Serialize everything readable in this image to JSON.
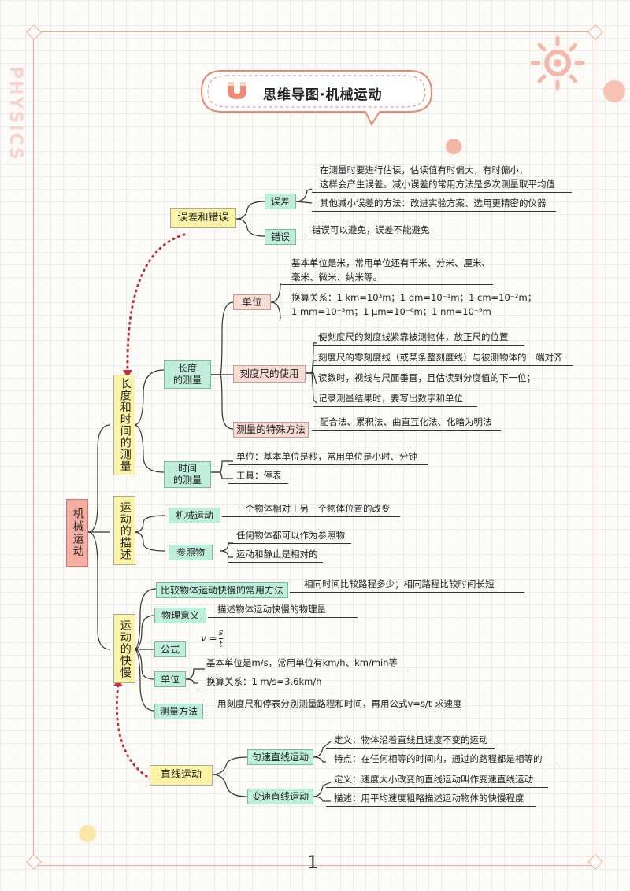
{
  "title": "思维导图·机械运动",
  "watermark": "PHYSICS",
  "page_number": "1",
  "root": "机械运动",
  "branches": {
    "length_time": "长度和时间的测量",
    "motion_desc": "运动的描述",
    "speed": "运动的快慢"
  },
  "error": {
    "label": "误差和错误",
    "wucha": "误差",
    "wucha_leaves": [
      "在测量时要进行估读，估读值有时偏大，有时偏小，",
      "这样会产生误差。减小误差的常用方法是多次测量取平均值",
      "其他减小误差的方法：改进实验方案、选用更精密的仪器"
    ],
    "cuowu": "错误",
    "cuowu_leaf": "错误可以避免，误差不能避免"
  },
  "length": {
    "label": "长度\n的测量",
    "unit": "单位",
    "unit_leaves": [
      "基本单位是米，常用单位还有千米、分米、厘米、",
      "毫米、微米、纳米等。",
      "换算关系：1 km=10³m；1 dm=10⁻¹m；1 cm=10⁻²m；",
      "1 mm=10⁻³m；1 μm=10⁻⁶m；1 nm=10⁻⁹m"
    ],
    "ruler": "刻度尺的使用",
    "ruler_leaves": [
      "使刻度尺的刻度线紧靠被测物体，放正尺的位置",
      "刻度尺的零刻度线（或某条整刻度线）与被测物体的一端对齐",
      "读数时，视线与尺面垂直，且估读到分度值的下一位；",
      "记录测量结果时，要写出数字和单位"
    ],
    "special": "测量的特殊方法",
    "special_leaf": "配合法、累积法、曲直互化法、化暗为明法"
  },
  "time": {
    "label": "时间\n的测量",
    "leaves": [
      "单位：基本单位是秒，常用单位是小时、分钟",
      "工具：停表"
    ]
  },
  "motion": {
    "mech": "机械运动",
    "mech_leaf": "一个物体相对于另一个物体位置的改变",
    "ref": "参照物",
    "ref_leaves": [
      "任何物体都可以作为参照物",
      "运动和静止是相对的"
    ]
  },
  "speed": {
    "method": "比较物体运动快慢的常用方法",
    "method_leaf": "相同时间比较路程多少；相同路程比较时间长短",
    "meaning": "物理意义",
    "meaning_leaf": "描述物体运动快慢的物理量",
    "formula": "公式",
    "formula_v": "v =",
    "formula_s": "s",
    "formula_t": "t",
    "unit": "单位",
    "unit_leaves": [
      "基本单位是m/s，常用单位有km/h、km/min等",
      "换算关系：1 m/s=3.6km/h"
    ],
    "measure": "测量方法",
    "measure_leaf": "用刻度尺和停表分别测量路程和时间，再用公式v=s/t 求速度"
  },
  "linear": {
    "label": "直线运动",
    "uniform": "匀速直线运动",
    "uniform_leaves": [
      "定义：物体沿着直线且速度不变的运动",
      "特点：在任何相等的时间内，通过的路程都是相等的"
    ],
    "variable": "变速直线运动",
    "variable_leaves": [
      "定义：速度大小改变的直线运动叫作变速直线运动",
      "描述：用平均速度粗略描述运动物体的快慢程度"
    ]
  },
  "colors": {
    "frame": "#f0a898",
    "root": "#f4aea2",
    "yellow": "#fbf3a6",
    "mint": "#bfeedd",
    "pink": "#f8ddd4",
    "dotted": "#c0303a"
  }
}
